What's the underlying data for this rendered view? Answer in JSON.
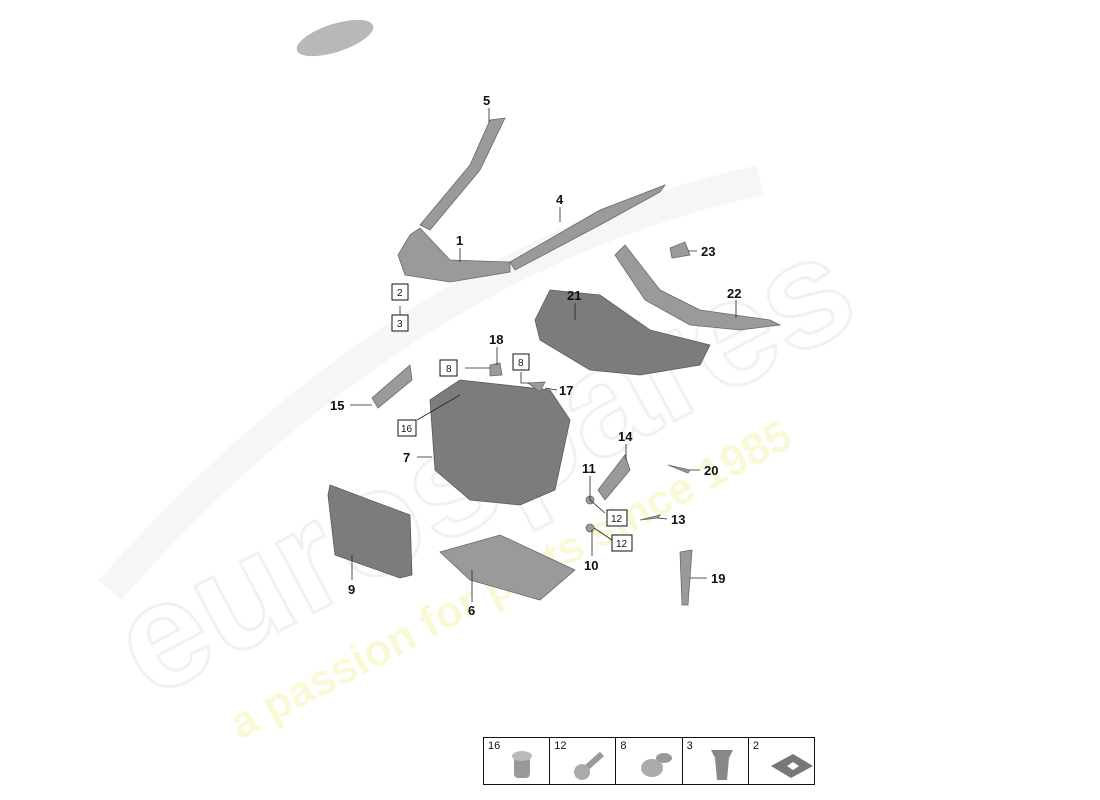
{
  "watermark": {
    "brand": "eurospares",
    "tagline": "a passion for parts since 1985"
  },
  "callouts": [
    "5",
    "4",
    "1",
    "21",
    "23",
    "22",
    "18",
    "17",
    "15",
    "7",
    "14",
    "11",
    "20",
    "13",
    "10",
    "19",
    "9",
    "6"
  ],
  "boxed_refs": [
    "2",
    "3",
    "8",
    "8",
    "16",
    "12",
    "12"
  ],
  "legend": {
    "items": [
      {
        "ref": "16",
        "icon": "clip-housing-icon"
      },
      {
        "ref": "12",
        "icon": "screw-icon"
      },
      {
        "ref": "8",
        "icon": "push-rivet-icon"
      },
      {
        "ref": "3",
        "icon": "expanding-clip-icon"
      },
      {
        "ref": "2",
        "icon": "pad-icon"
      }
    ]
  }
}
